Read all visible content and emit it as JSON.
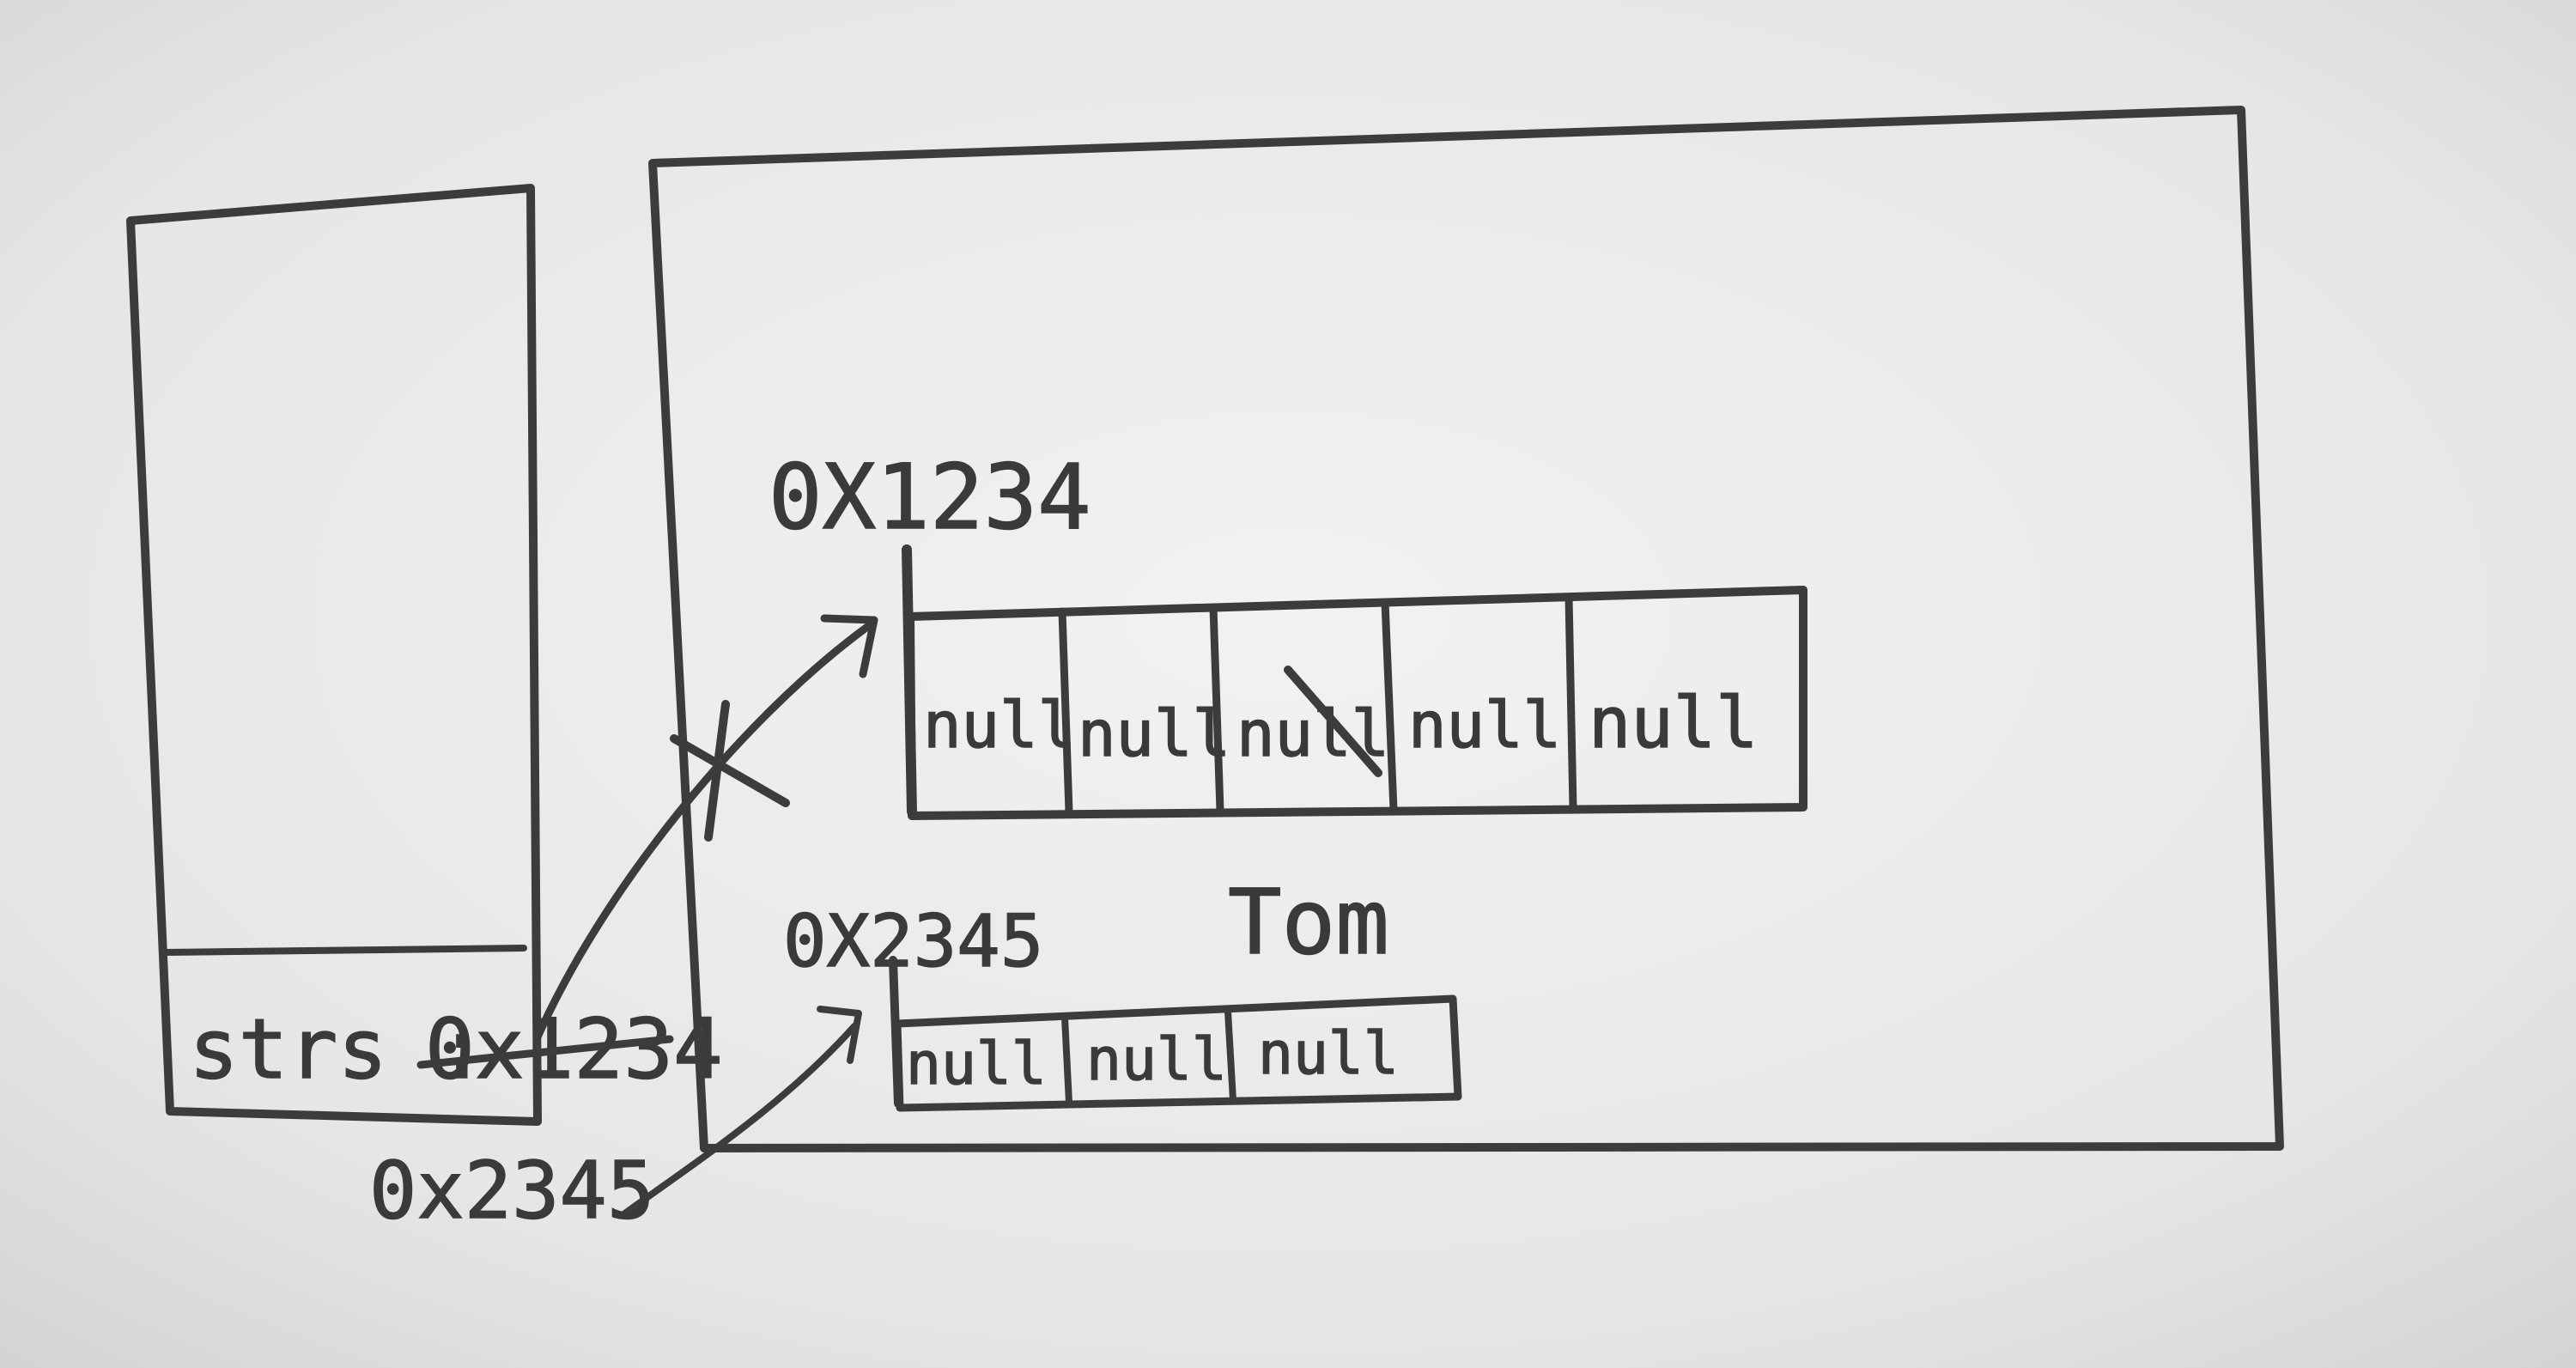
{
  "stack": {
    "variable_label": "strs : ",
    "old_address": "0x1234"
  },
  "heap": {
    "arrays": [
      {
        "address": "0X1234",
        "cells": [
          "null",
          "null",
          "null",
          "null",
          "null"
        ],
        "crossed_out_cells": [
          2
        ]
      },
      {
        "address": "0X2345",
        "cells": [
          "null",
          "null",
          "null"
        ]
      }
    ],
    "note": "Tom"
  },
  "new_address": "0x2345"
}
